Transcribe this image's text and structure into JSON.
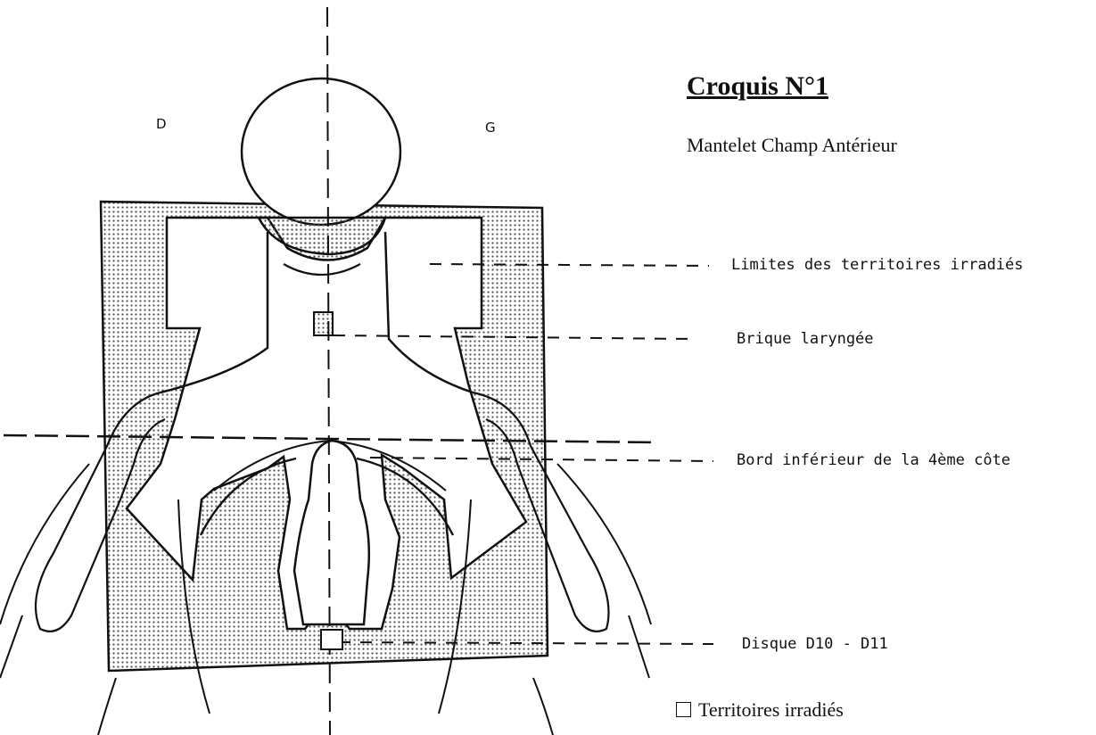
{
  "title": "Croquis N°1",
  "subtitle": "Mantelet Champ Antérieur",
  "side_labels": {
    "right": "D",
    "left": "G"
  },
  "annotations": {
    "limits": "Limites des territoires irradiés",
    "laryngeal_block": "Brique laryngée",
    "fourth_rib": "Bord inférieur de la 4ème côte",
    "disc": "Disque D10 - D11"
  },
  "legend": {
    "label": "Territoires irradiés"
  },
  "colors": {
    "ink": "#111111",
    "shielding_dots": "#555555"
  }
}
